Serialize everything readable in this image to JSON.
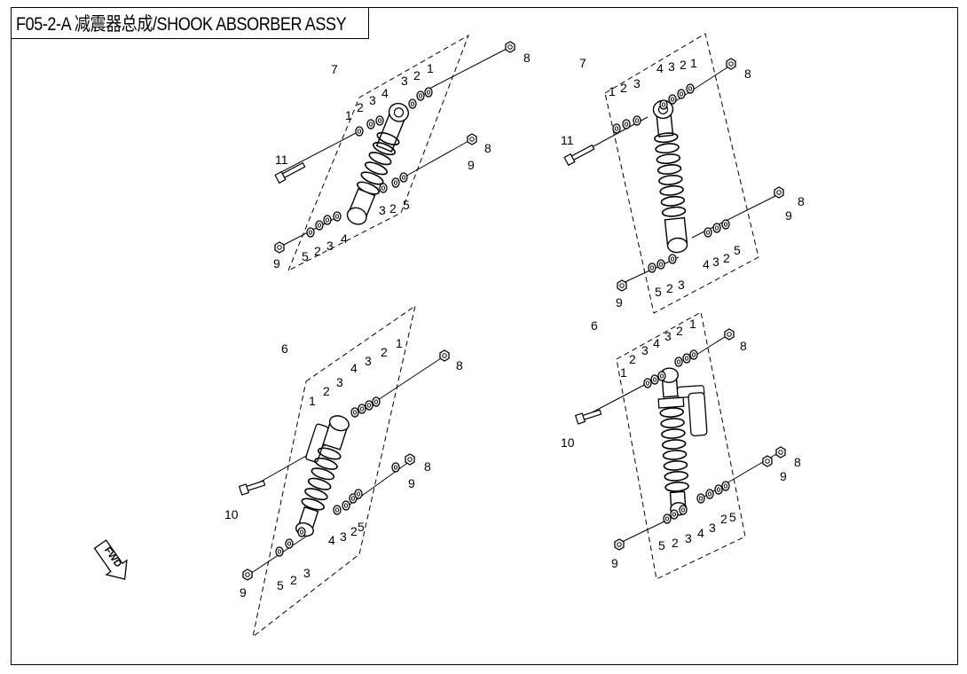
{
  "title": "F05-2-A 减震器总成/SHOOK ABSORBER ASSY",
  "fwd_label": "FWD",
  "colors": {
    "line": "#000000",
    "background": "#ffffff"
  },
  "assemblies": [
    {
      "id": "top-left",
      "callouts": [
        "7",
        "1",
        "2",
        "3",
        "4",
        "3",
        "2",
        "1",
        "8",
        "11",
        "8",
        "9",
        "9",
        "5",
        "2",
        "3",
        "4",
        "3",
        "2",
        "5"
      ]
    },
    {
      "id": "top-right",
      "callouts": [
        "7",
        "1",
        "2",
        "3",
        "4",
        "3",
        "2",
        "1",
        "8",
        "11",
        "8",
        "9",
        "9",
        "5",
        "2",
        "3",
        "4",
        "3",
        "2",
        "5"
      ]
    },
    {
      "id": "bottom-left",
      "callouts": [
        "6",
        "1",
        "2",
        "3",
        "4",
        "3",
        "2",
        "1",
        "8",
        "10",
        "8",
        "9",
        "9",
        "5",
        "2",
        "3",
        "4",
        "3",
        "2",
        "5"
      ]
    },
    {
      "id": "bottom-right",
      "callouts": [
        "6",
        "1",
        "2",
        "3",
        "4",
        "3",
        "2",
        "1",
        "8",
        "10",
        "8",
        "9",
        "9",
        "5",
        "2",
        "3",
        "4",
        "3",
        "2",
        "5"
      ]
    }
  ]
}
